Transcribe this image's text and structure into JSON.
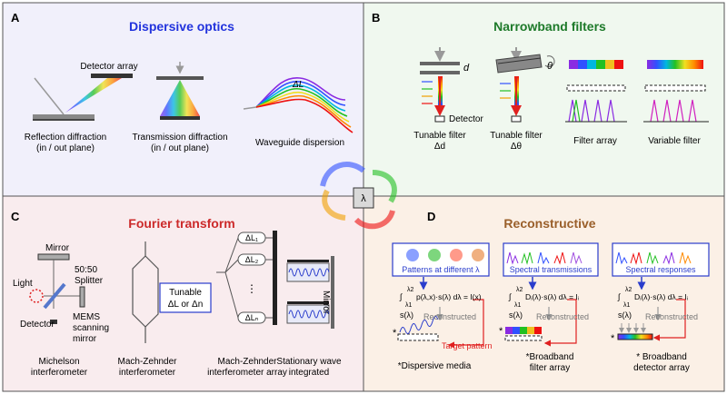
{
  "panels": {
    "A": {
      "letter": "A",
      "title": "Dispersive optics",
      "detector_array": "Detector array",
      "caption1a": "Reflection diffraction",
      "caption1b": "(in / out plane)",
      "caption2a": "Transmission diffraction",
      "caption2b": "(in / out plane)",
      "caption3": "Waveguide dispersion",
      "delta_l": "ΔL"
    },
    "B": {
      "letter": "B",
      "title": "Narrowband filters",
      "d": "d",
      "theta": "θ",
      "detector": "Detector",
      "cap1a": "Tunable filter",
      "cap1b": "Δd",
      "cap2a": "Tunable filter",
      "cap2b": "Δθ",
      "cap3": "Filter array",
      "cap4": "Variable filter"
    },
    "C": {
      "letter": "C",
      "title": "Fourier transform",
      "mirror": "Mirror",
      "splitter_a": "50:50",
      "splitter_b": "Splitter",
      "light": "Light",
      "detector": "Detector",
      "mems_a": "MEMS",
      "mems_b": "scanning",
      "mems_c": "mirror",
      "tunable_a": "Tunable",
      "tunable_b": "ΔL or Δn",
      "dl1": "ΔL₁",
      "dl2": "ΔL₂",
      "dln": "ΔLₙ",
      "dots": "⋮",
      "mirror_side": "Mirror",
      "cap1a": "Michelson",
      "cap1b": "interferometer",
      "cap2a": "Mach-Zehnder",
      "cap2b": "interferometer",
      "cap3a": "Mach-Zehnder",
      "cap3b": "interferometer array",
      "cap4a": "Stationary wave",
      "cap4b": "integrated"
    },
    "D": {
      "letter": "D",
      "title": "Reconstructive",
      "box1": "Patterns at different λ",
      "box2": "Spectral transmissions",
      "box3": "Spectral responses",
      "eq1": "p(λ,x)·s(λ) dλ = I(x)",
      "eq2": "Dᵢ(λ)·s(λ) dλ = Iᵢ",
      "eq3": "Dᵢ(λ)·s(λ) dλ = Iᵢ",
      "lam1": "λ1",
      "lam2": "λ2",
      "s_lambda": "s(λ)",
      "reconstructed": "Reconstructed",
      "target": "Target pattern",
      "star": "*",
      "cap1": "*Dispersive media",
      "cap2a": "*Broadband",
      "cap2b": "filter array",
      "cap3a": "* Broadband",
      "cap3b": "detector array"
    }
  },
  "center": {
    "label": "λ"
  },
  "colors": {
    "A_bg": "#f1f0fb",
    "B_bg": "#f0f8ef",
    "C_bg": "#f9ecee",
    "D_bg": "#fbf0e6",
    "A_title": "#2233dd",
    "B_title": "#1e7a2a",
    "C_title": "#cc2a2a",
    "D_title": "#9a5f2a",
    "box_blue": "#2a3dcc",
    "red": "#e02020"
  }
}
